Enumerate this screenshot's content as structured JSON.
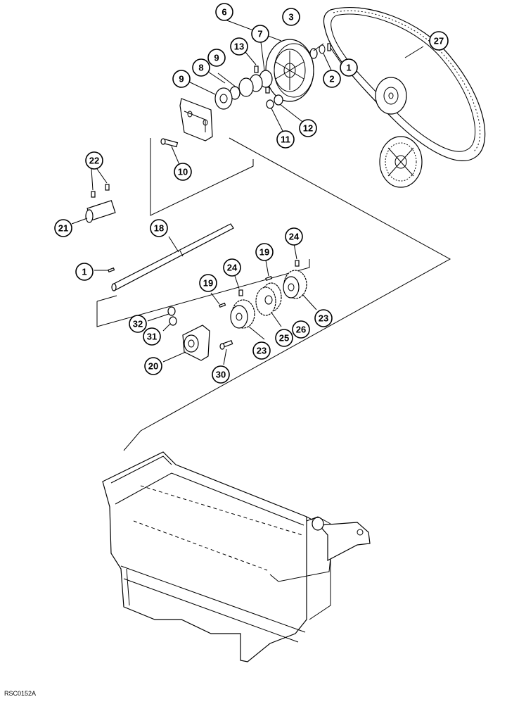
{
  "figure_code": "RSC0152A",
  "callouts": {
    "c1a": "1",
    "c2": "2",
    "c3": "3",
    "c6": "6",
    "c7": "7",
    "c8": "8",
    "c9a": "9",
    "c9b": "9",
    "c10": "10",
    "c11": "11",
    "c12": "12",
    "c13": "13",
    "c18": "18",
    "c19a": "19",
    "c19b": "19",
    "c20": "20",
    "c21": "21",
    "c22": "22",
    "c23a": "23",
    "c23b": "23",
    "c24a": "24",
    "c24b": "24",
    "c25": "25",
    "c26": "26",
    "c27": "27",
    "c30": "30",
    "c31": "31",
    "c32": "32",
    "c1b": "1"
  },
  "colors": {
    "line": "#000000",
    "background": "#ffffff"
  }
}
